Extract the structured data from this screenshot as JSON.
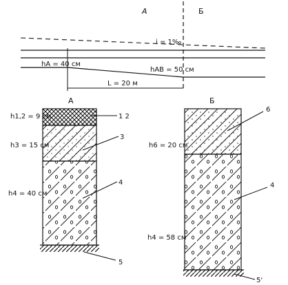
{
  "profile": {
    "section_a": "A",
    "section_b": "Б",
    "slope": "i = 1‰",
    "h_a": "hA = 40 см",
    "h_ab": "hAB = 50 см",
    "length": "L = 20 м"
  },
  "column_a": {
    "title": "А",
    "layers": [
      {
        "thickness": "h1,2 = 9 см",
        "number": "1 2"
      },
      {
        "thickness": "h3 = 15 см",
        "number": "3"
      },
      {
        "thickness": "h4 = 40 см",
        "number": "4"
      }
    ],
    "base_number": "5"
  },
  "column_b": {
    "title": "Б",
    "layers": [
      {
        "thickness": "h6 = 20 см",
        "number": "6"
      },
      {
        "thickness": "h4 = 58 см",
        "number": "4"
      }
    ],
    "base_number": "5'"
  }
}
